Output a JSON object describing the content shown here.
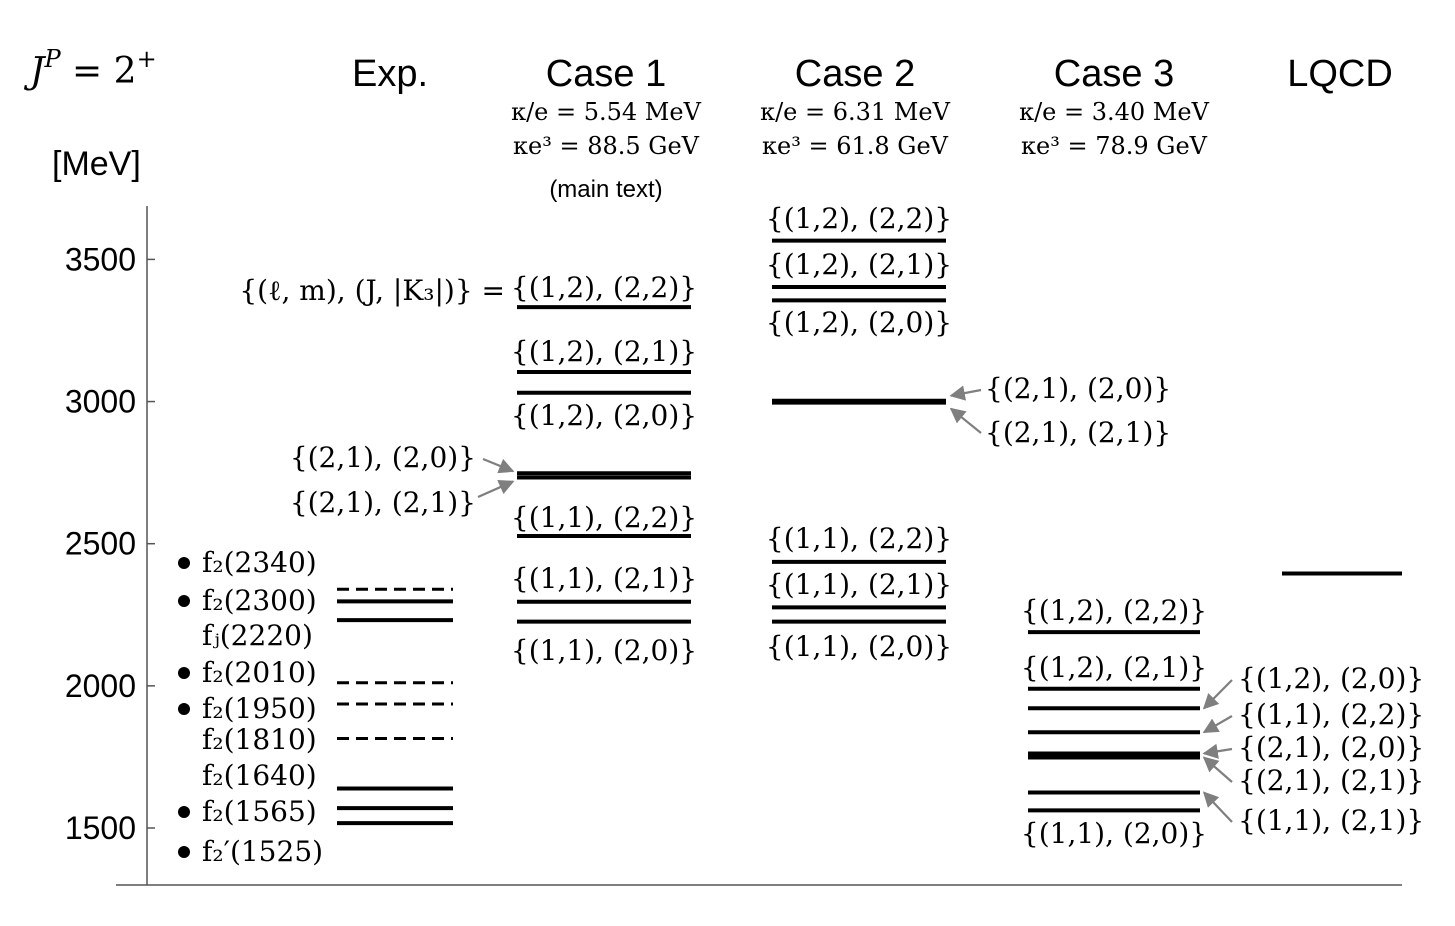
{
  "chart_data": {
    "type": "level-diagram",
    "header": {
      "prefix": "J",
      "sup": "P",
      "eq": " = 2",
      "sup2": "+"
    },
    "unit_label": "[MeV]",
    "state_label_prefix": "{(ℓ, m), (J, |K₃|)} =",
    "ylim": [
      1310,
      3700
    ],
    "yticks": [
      1500,
      2000,
      2500,
      3000,
      3500
    ],
    "columns": [
      {
        "key": "exp",
        "title": "Exp."
      },
      {
        "key": "case1",
        "title": "Case 1",
        "params": [
          "κ/e = 5.54 MeV",
          "κe³ = 88.5 GeV"
        ],
        "note": "(main text)"
      },
      {
        "key": "case2",
        "title": "Case 2",
        "params": [
          "κ/e = 6.31 MeV",
          "κe³ = 61.8 GeV"
        ]
      },
      {
        "key": "case3",
        "title": "Case 3",
        "params": [
          "κ/e = 3.40 MeV",
          "κe³ = 78.9 GeV"
        ]
      },
      {
        "key": "lqcd",
        "title": "LQCD"
      }
    ],
    "exp_levels": [
      {
        "value": 2340,
        "dashed": true,
        "label": "f₂(2340)",
        "bullet": true
      },
      {
        "value": 2297,
        "dashed": false,
        "label": "f₂(2300)",
        "bullet": true
      },
      {
        "value": 2231,
        "dashed": false,
        "label": "f_J(2220)",
        "bullet": false
      },
      {
        "value": 2011,
        "dashed": true,
        "label": "f₂(2010)",
        "bullet": true
      },
      {
        "value": 1936,
        "dashed": true,
        "label": "f₂(1950)",
        "bullet": true
      },
      {
        "value": 1815,
        "dashed": true,
        "label": "f₂(1810)",
        "bullet": false
      },
      {
        "value": 1639,
        "dashed": false,
        "label": "f₂(1640)",
        "bullet": false
      },
      {
        "value": 1570,
        "dashed": false,
        "label": "f₂(1565)",
        "bullet": true
      },
      {
        "value": 1517,
        "dashed": false,
        "label": "f₂′(1525)",
        "bullet": true
      }
    ],
    "case1_levels": [
      {
        "value": 3332,
        "state": "{(1,2), (2,2)}"
      },
      {
        "value": 3104,
        "state": "{(1,2), (2,1)}"
      },
      {
        "value": 3031,
        "state": "{(1,2), (2,0)}"
      },
      {
        "value": 2748,
        "state": "{(2,1), (2,0)}"
      },
      {
        "value": 2733,
        "state": "{(2,1), (2,1)}"
      },
      {
        "value": 2527,
        "state": "{(1,1), (2,2)}"
      },
      {
        "value": 2296,
        "state": "{(1,1), (2,1)}"
      },
      {
        "value": 2226,
        "state": "{(1,1), (2,0)}"
      }
    ],
    "case2_levels": [
      {
        "value": 3566,
        "state": "{(1,2), (2,2)}"
      },
      {
        "value": 3403,
        "state": "{(1,2), (2,1)}"
      },
      {
        "value": 3356,
        "state": "{(1,2), (2,0)}"
      },
      {
        "value": 3003,
        "state": "{(2,1), (2,0)}"
      },
      {
        "value": 2996,
        "state": "{(2,1), (2,1)}"
      },
      {
        "value": 2436,
        "state": "{(1,1), (2,2)}"
      },
      {
        "value": 2276,
        "state": "{(1,1), (2,1)}"
      },
      {
        "value": 2226,
        "state": "{(1,1), (2,0)}"
      }
    ],
    "case3_levels": [
      {
        "value": 2189,
        "state": "{(1,2), (2,2)}"
      },
      {
        "value": 1990,
        "state": "{(1,2), (2,1)}"
      },
      {
        "value": 1921,
        "state": "{(1,2), (2,0)}"
      },
      {
        "value": 1837,
        "state": "{(1,1), (2,2)}"
      },
      {
        "value": 1762,
        "state": "{(2,1), (2,0)}"
      },
      {
        "value": 1748,
        "state": "{(2,1), (2,1)}"
      },
      {
        "value": 1625,
        "state": "{(1,1), (2,1)}"
      },
      {
        "value": 1562,
        "state": "{(1,1), (2,0)}"
      }
    ],
    "lqcd_levels": [
      {
        "value": 2395
      }
    ],
    "colors": {
      "level": "#000000",
      "arrow": "#7f7f7f",
      "axis": "#555555"
    }
  }
}
